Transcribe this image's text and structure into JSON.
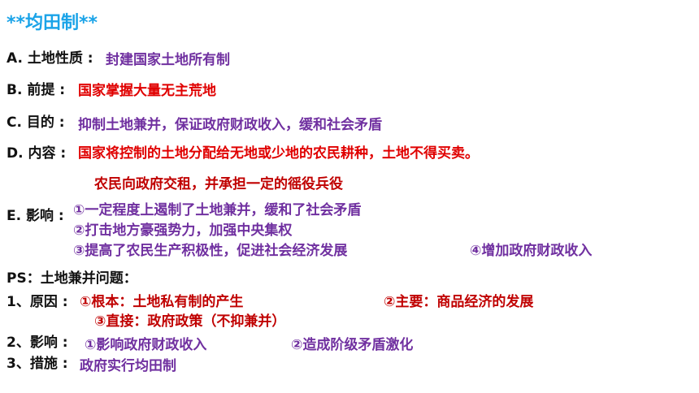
{
  "title": "**均田制**",
  "a": {
    "label": "A. 土地性质 :",
    "value": "封建国家土地所有制"
  },
  "b": {
    "label": "B. 前提 :",
    "value": "国家掌握大量无主荒地"
  },
  "c": {
    "label": "C. 目的 :",
    "value": "抑制土地兼并，保证政府财政收入，缓和社会矛盾"
  },
  "d": {
    "label": "D. 内容 :",
    "value": "国家将控制的土地分配给无地或少地的农民耕种，土地不得买卖。",
    "value2": "农民向政府交租，并承担一定的徭役兵役"
  },
  "e": {
    "label": "E. 影响 :",
    "items": [
      "①一定程度上遏制了土地兼并，缓和了社会矛盾",
      "②打击地方豪强势力，加强中央集权",
      "③提高了农民生产积极性，促进社会经济发展",
      "④增加政府财政收入"
    ]
  },
  "ps": {
    "heading": "PS：土地兼并问题：",
    "cause": {
      "label": "1、原因 :",
      "items": [
        "①根本：土地私有制的产生",
        "②主要：商品经济的发展",
        "③直接：政府政策（不抑兼并）"
      ]
    },
    "effect": {
      "label": "2、影响 :",
      "items": [
        "①影响政府财政收入",
        "②造成阶级矛盾激化"
      ]
    },
    "measure": {
      "label": "3、措施 :",
      "value": "政府实行均田制"
    }
  }
}
